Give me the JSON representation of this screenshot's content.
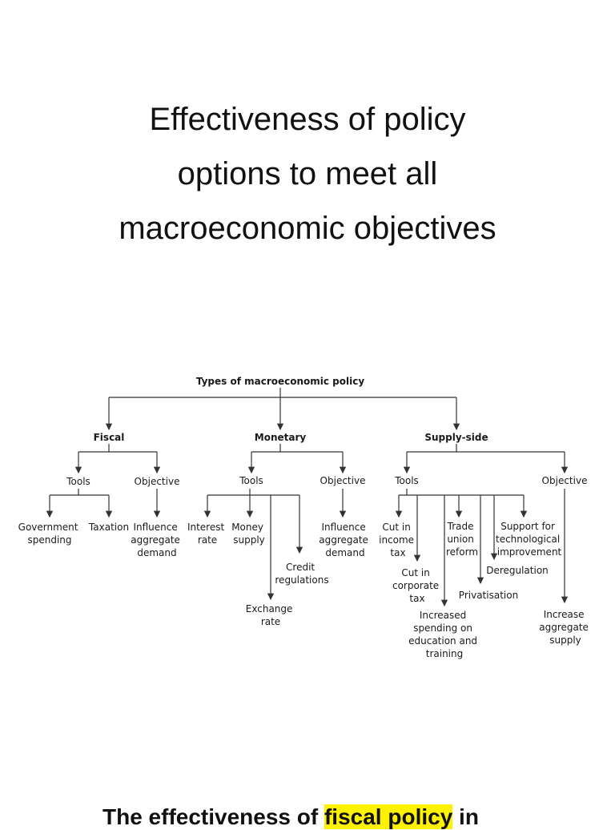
{
  "title": {
    "lines": [
      "Effectiveness of policy",
      "options to meet all",
      "macroeconomic objectives"
    ]
  },
  "diagram": {
    "root": "Types of macroeconomic policy",
    "branches": [
      {
        "name": "Fiscal",
        "tools_label": "Tools",
        "objective_label": "Objective",
        "tools": [
          {
            "lines": [
              "Government",
              "spending"
            ]
          },
          {
            "lines": [
              "Taxation"
            ]
          }
        ],
        "objective": {
          "lines": [
            "Influence",
            "aggregate",
            "demand"
          ]
        }
      },
      {
        "name": "Monetary",
        "tools_label": "Tools",
        "objective_label": "Objective",
        "tools": [
          {
            "lines": [
              "Interest",
              "rate"
            ]
          },
          {
            "lines": [
              "Money",
              "supply"
            ]
          },
          {
            "lines": [
              "Exchange",
              "rate"
            ]
          },
          {
            "lines": [
              "Credit",
              "regulations"
            ]
          }
        ],
        "objective": {
          "lines": [
            "Influence",
            "aggregate",
            "demand"
          ]
        }
      },
      {
        "name": "Supply-side",
        "tools_label": "Tools",
        "objective_label": "Objective",
        "tools": [
          {
            "lines": [
              "Cut in",
              "income",
              "tax"
            ]
          },
          {
            "lines": [
              "Cut in",
              "corporate",
              "tax"
            ]
          },
          {
            "lines": [
              "Increased",
              "spending on",
              "education and",
              "training"
            ]
          },
          {
            "lines": [
              "Trade",
              "union",
              "reform"
            ]
          },
          {
            "lines": [
              "Privatisation"
            ]
          },
          {
            "lines": [
              "Deregulation"
            ]
          },
          {
            "lines": [
              "Support for",
              "technological",
              "improvement"
            ]
          }
        ],
        "objective": {
          "lines": [
            "Increase",
            "aggregate",
            "supply"
          ]
        }
      }
    ]
  },
  "bottom_heading": {
    "before": "The effectiveness of ",
    "highlight": "fiscal policy",
    "after": " in",
    "highlight_color": "#fff200"
  }
}
